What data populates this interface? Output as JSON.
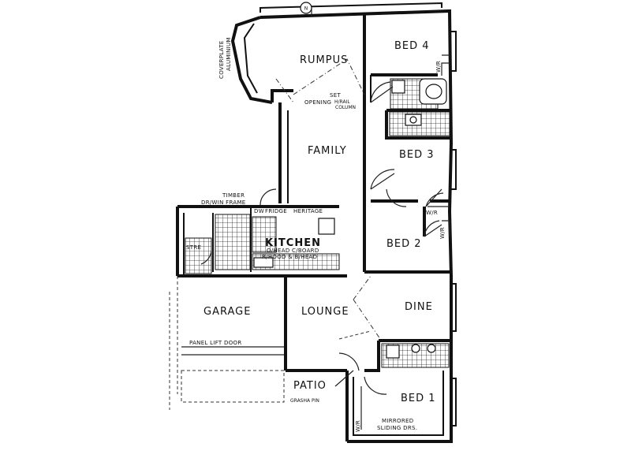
{
  "rooms": {
    "rumpus": "RUMPUS",
    "bed4": "BED 4",
    "family": "FAMILY",
    "bed3": "BED 3",
    "kitchen": "KITCHEN",
    "bed2": "BED 2",
    "garage": "GARAGE",
    "lounge": "LOUNGE",
    "dine": "DINE",
    "patio": "PATIO",
    "bed1": "BED 1",
    "store": "STRE"
  },
  "notes": {
    "coverplate": "COVERPLATE",
    "aluminium": "ALUMINIUM",
    "set": "SET",
    "opening": "OPENING",
    "rail": "H/RAIL",
    "column": "COLUMN",
    "timber": "TIMBER",
    "frame": "DR/WIN FRAME",
    "dw": "DW",
    "fridge": "FRIDGE",
    "heritage": "HERITAGE",
    "cupboard": "O/HEAD C/BOARD",
    "rangehood": "R/HOOD & B/HEAD",
    "door": "PANEL LIFT DOOR",
    "mirrored": "MIRRORED",
    "sliding": "SLIDING DRS.",
    "wr": "W/R",
    "grasha": "GRASHA PIN",
    "north": "N"
  }
}
